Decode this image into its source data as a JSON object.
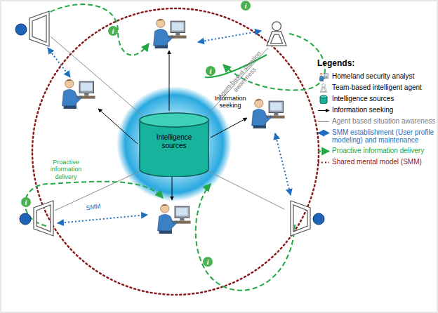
{
  "diagram": {
    "nodes": [
      {
        "text": [
          "Intelligence sources"
        ]
      }
    ],
    "labels": [
      "Information seeking",
      "Agent-based situation awareness",
      "Proactive information delivery",
      "SMM",
      "i",
      "i",
      "i",
      "i",
      "i",
      "Legends:"
    ],
    "legend": [
      {
        "text": "Homeland security analyst"
      },
      {
        "text": "Team-based intelligent agent"
      },
      {
        "text": "Intelligence sources"
      },
      {
        "text": "Information seeking"
      },
      {
        "text": "Agent based situation awareness"
      },
      {
        "text": "SMM establishment (User profile modeling) and maintenance"
      },
      {
        "text": "Proactive information delivery"
      },
      {
        "text": "Shared mental model (SMM)"
      }
    ]
  }
}
